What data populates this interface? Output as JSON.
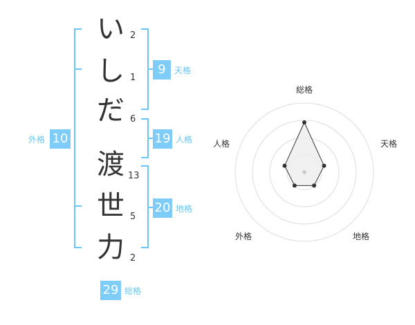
{
  "colors": {
    "bracket": "#6cc6f5",
    "badge_bg": "#7ecdf8",
    "label": "#6cc6f5",
    "text": "#333333",
    "grid": "#dddddd",
    "radar_fill": "#eeeeee",
    "radar_line": "#333333"
  },
  "name": {
    "chars": [
      {
        "char": "い",
        "strokes": "2"
      },
      {
        "char": "し",
        "strokes": "1"
      },
      {
        "char": "だ",
        "strokes": "6"
      },
      {
        "char": "渡",
        "strokes": "13"
      },
      {
        "char": "世",
        "strokes": "5"
      },
      {
        "char": "力",
        "strokes": "2"
      }
    ]
  },
  "fortunes": {
    "tenkaku": {
      "value": "9",
      "label": "天格"
    },
    "jinkaku": {
      "value": "19",
      "label": "人格"
    },
    "chikaku": {
      "value": "20",
      "label": "地格"
    },
    "gaikaku": {
      "value": "10",
      "label": "外格"
    },
    "soukaku": {
      "value": "29",
      "label": "総格"
    }
  },
  "chart_data": {
    "type": "radar",
    "categories": [
      "総格",
      "天格",
      "地格",
      "外格",
      "人格"
    ],
    "values": [
      0.72,
      0.3,
      0.24,
      0.24,
      0.3
    ],
    "rlim": [
      0,
      1
    ],
    "rings": 4
  }
}
